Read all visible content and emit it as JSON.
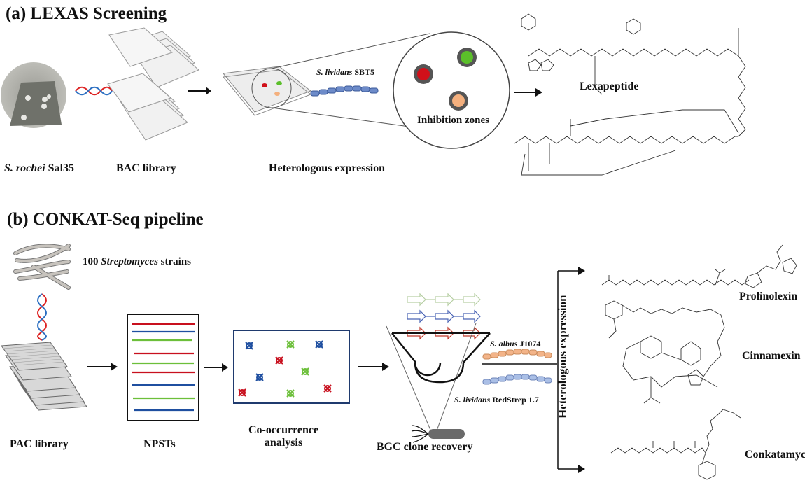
{
  "panel_a": {
    "title": "(a) LEXAS Screening",
    "source_strain": {
      "italic": "S. rochei",
      "rest": " Sal35"
    },
    "library": "BAC library",
    "step": "Heterologous expression",
    "host": {
      "italic": "S. lividans",
      "rest": " SBT5"
    },
    "zoom_label": "Inhibition zones",
    "zones": [
      {
        "color": "#d0101a",
        "name": "red-zone"
      },
      {
        "color": "#5bbf2a",
        "name": "green-zone"
      },
      {
        "color": "#f4b07e",
        "name": "orange-zone"
      }
    ],
    "product": "Lexapeptide"
  },
  "panel_b": {
    "title": "(b) CONKAT-Seq pipeline",
    "strains": {
      "prefix": "100 ",
      "italic": "Streptomyces",
      "suffix": " strains"
    },
    "library": "PAC library",
    "npsts": "NPSTs",
    "cooccurrence_line1": "Co-occurrence",
    "cooccurrence_line2": "analysis",
    "recovery": "BGC clone recovery",
    "host1": {
      "italic": "S. albus",
      "rest": " J1074"
    },
    "host2": {
      "italic": "S. lividans",
      "rest": " RedStrep 1.7"
    },
    "expression": "Heterologous  expression",
    "products": [
      "Prolinolexin",
      "Cinnamexin",
      "Conkatamycin"
    ],
    "colors": {
      "red": "#c8101e",
      "blue": "#1f4fa0",
      "green": "#6cbf3a",
      "orange_cell": "#f3b489",
      "blue_cell": "#aabfe6"
    }
  }
}
